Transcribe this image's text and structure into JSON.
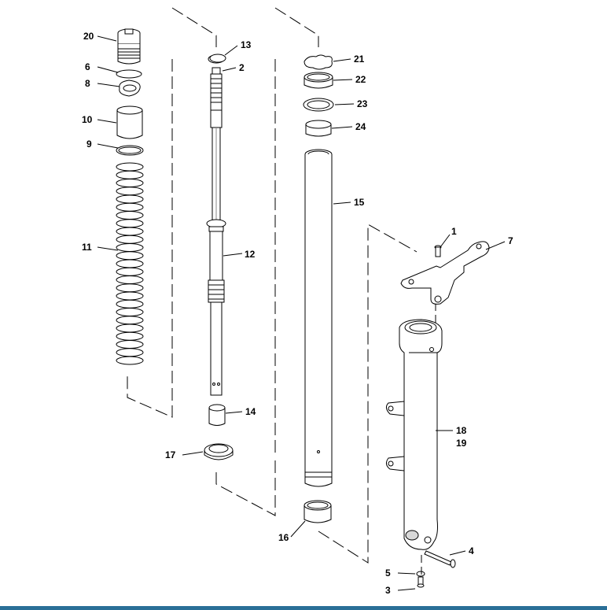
{
  "diagram": {
    "labels": {
      "p1": "1",
      "p2": "2",
      "p3": "3",
      "p4": "4",
      "p5": "5",
      "p6": "6",
      "p7": "7",
      "p8": "8",
      "p9": "9",
      "p10": "10",
      "p11": "11",
      "p12": "12",
      "p13": "13",
      "p14": "14",
      "p15": "15",
      "p16": "16",
      "p17": "17",
      "p18": "18",
      "p19": "19",
      "p20": "20",
      "p21": "21",
      "p22": "22",
      "p23": "23",
      "p24": "24"
    }
  },
  "colors": {
    "line": "#000000",
    "fill": "#ffffff",
    "shade": "#d8d8d8",
    "bar": "#2a6f97"
  }
}
